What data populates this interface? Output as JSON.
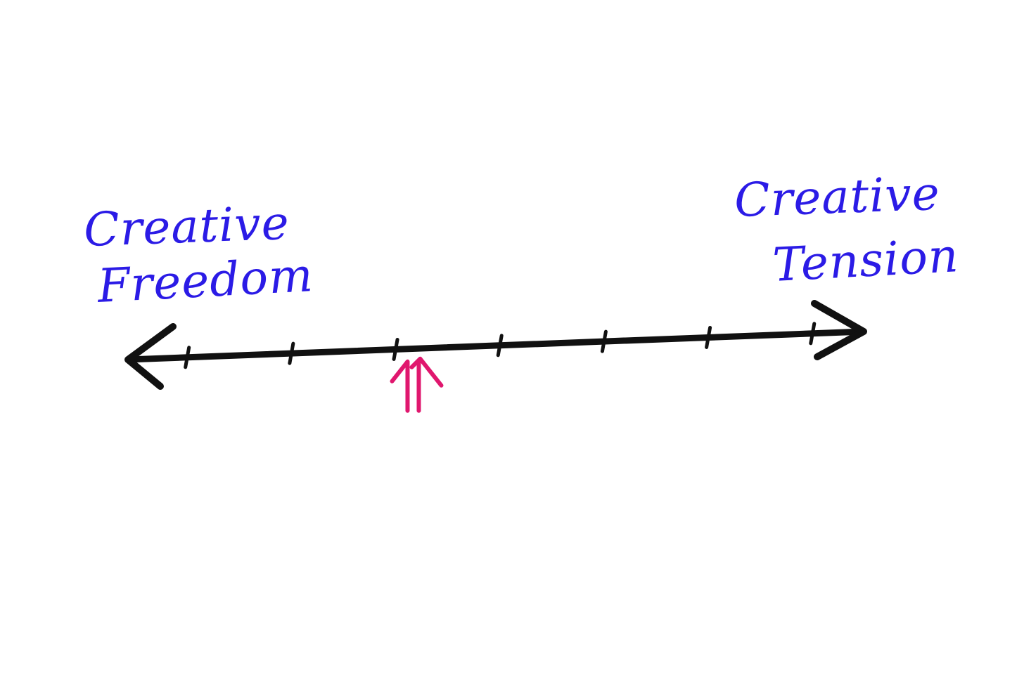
{
  "spectrum": {
    "left_label": [
      "Creative",
      "Freedom"
    ],
    "right_label": [
      "Creative",
      "Tension"
    ],
    "tick_count": 7,
    "marker_position": 0.38,
    "colors": {
      "labels": "#2b1be6",
      "axis": "#111111",
      "marker": "#e0176e"
    },
    "marker_icon": "double-up-arrow-icon"
  }
}
